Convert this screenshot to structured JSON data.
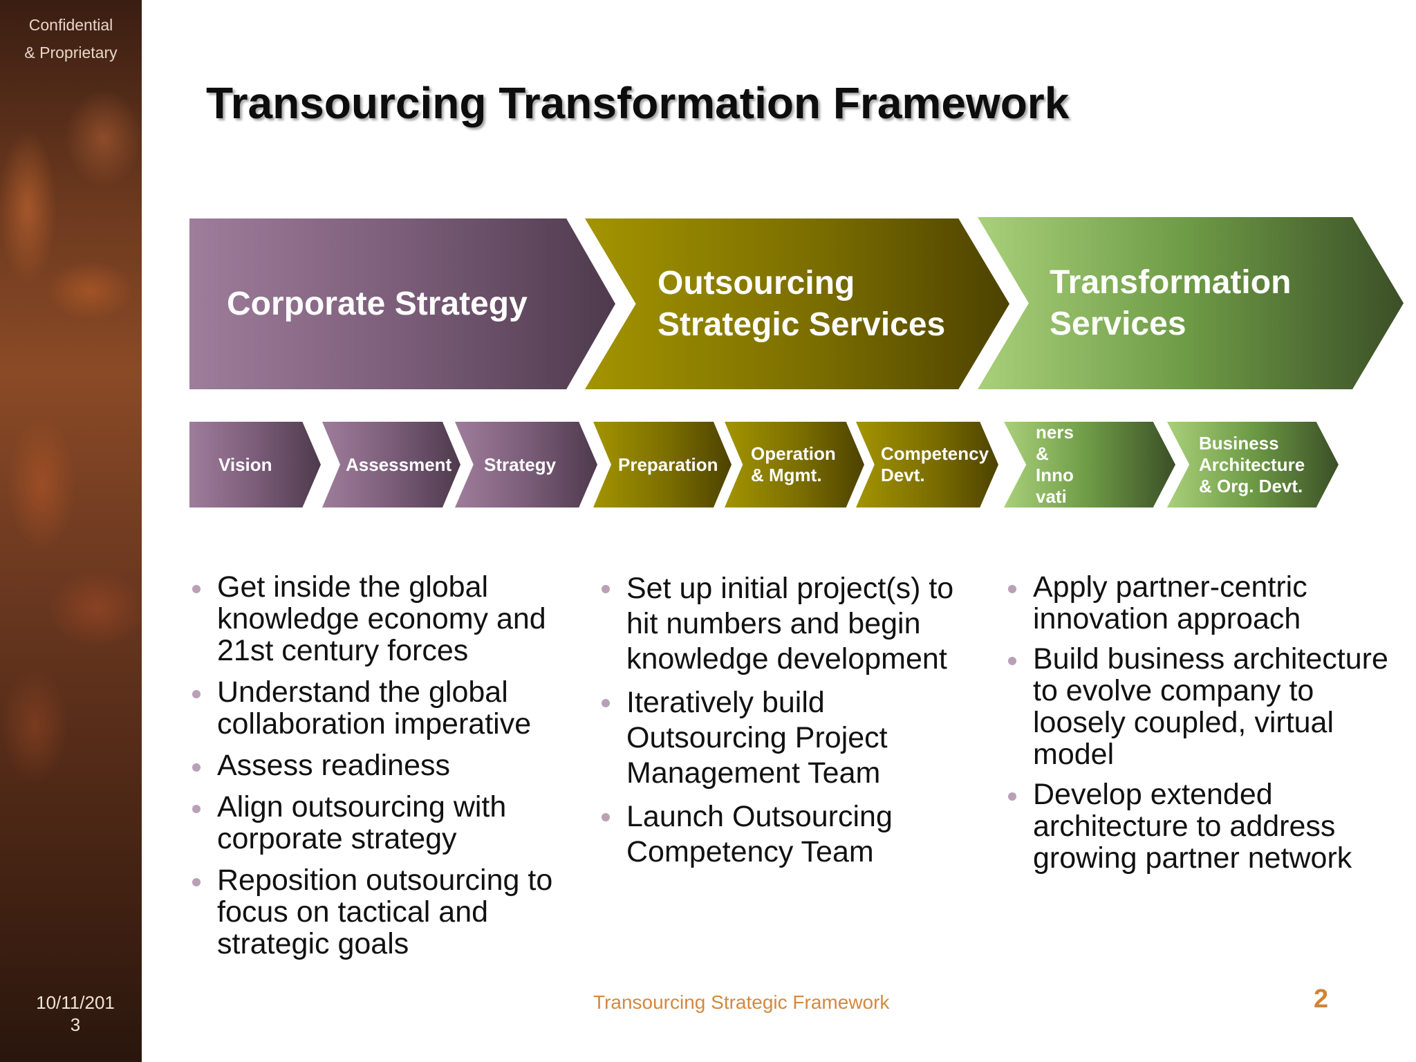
{
  "sidebar": {
    "confidential_line1": "Confidential",
    "confidential_line2": "& Proprietary",
    "date_line1": "10/11/201",
    "date_line2": "3"
  },
  "title": "Transourcing Transformation Framework",
  "phases": [
    {
      "label_line1": "Corporate Strategy",
      "label_line2": "",
      "color": "#8a6b88"
    },
    {
      "label_line1": "Outsourcing",
      "label_line2": "Strategic Services",
      "color": "#8a7d00"
    },
    {
      "label_line1": "Transformation",
      "label_line2": "Services",
      "color": "#7aa94f"
    }
  ],
  "steps": [
    {
      "lines": [
        "Vision"
      ]
    },
    {
      "lines": [
        "Assessment"
      ]
    },
    {
      "lines": [
        "Strategy"
      ]
    },
    {
      "lines": [
        "Preparation"
      ]
    },
    {
      "lines": [
        "Operation",
        "& Mgmt."
      ]
    },
    {
      "lines": [
        "Competency",
        "Devt."
      ]
    },
    {
      "lines": [
        "ners",
        "&",
        "Inno",
        "vati"
      ]
    },
    {
      "lines": [
        "Business",
        "Architecture",
        "& Org. Devt."
      ]
    }
  ],
  "columns": [
    {
      "bullets": [
        "Get inside the global knowledge economy and 21st century forces",
        "Understand the global collaboration imperative",
        "Assess readiness",
        "Align outsourcing with corporate strategy",
        "Reposition outsourcing to focus on tactical and strategic goals"
      ]
    },
    {
      "bullets": [
        "Set up initial project(s) to hit numbers and begin knowledge development",
        "Iteratively build Outsourcing Project Management Team",
        "Launch Outsourcing Competency Team"
      ]
    },
    {
      "bullets": [
        "Apply partner-centric innovation approach",
        "Build business architecture to evolve company to loosely coupled, virtual model",
        "Develop extended architecture to address growing partner network"
      ]
    }
  ],
  "footer": "Transourcing Strategic Framework",
  "page_number": "2",
  "colors": {
    "bullet": "#b9a0b7",
    "footer": "#d4883f",
    "purple": "#8a6b88",
    "olive": "#8a7d00",
    "green": "#7aa94f"
  }
}
